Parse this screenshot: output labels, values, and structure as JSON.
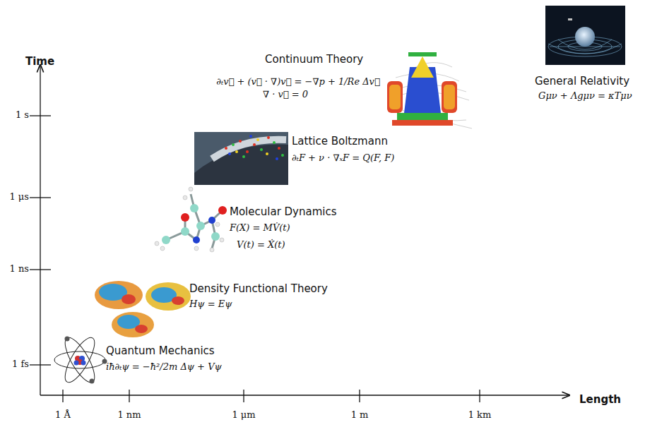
{
  "diagram": {
    "labels": [
      "Time",
      "Length",
      "1 s",
      "1 μs",
      "1 ns",
      "1 fs",
      "1 Å",
      "1 nm",
      "1 μm",
      "1 m",
      "1 km",
      "Continuum Theory",
      "∂ₜv⃗ + (v⃗ · ∇)v⃗ = −∇p + 1/Re Δv⃗",
      "∇ · v⃗ = 0",
      "Lattice Boltzmann",
      "∂ₜF + ν · ∇ₓF = Q(F, F)",
      "Molecular Dynamics",
      "F(X) = MV̇(t)",
      "V(t) = Ẋ(t)",
      "Density Functional Theory",
      "Hψ = Eψ",
      "Quantum Mechanics",
      "iħ∂ₜψ = −ħ²/2m Δψ + Vψ",
      "General Relativity",
      "Gμν + Λgμν = κTμν"
    ]
  }
}
